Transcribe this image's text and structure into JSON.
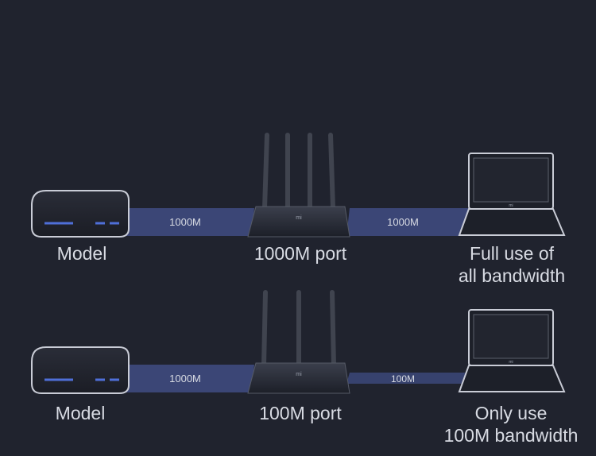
{
  "colors": {
    "background": "#20232e",
    "cable_fast": "#3e4a7e",
    "cable_slow": "#3a4675",
    "device_stroke": "#c9ccd6",
    "port_light": "#4f6fd8"
  },
  "icons": [
    "modem-icon",
    "router-icon",
    "laptop-icon"
  ],
  "row_full": {
    "modem_label": "Model",
    "cable_left_speed": "1000M",
    "cable_right_speed": "1000M",
    "router_label": "1000M port",
    "router_logo": "mi",
    "laptop_logo": "mi",
    "result_line1": "Full use of",
    "result_line2": "all bandwidth"
  },
  "row_limited": {
    "modem_label": "Model",
    "cable_left_speed": "1000M",
    "cable_right_speed": "100M",
    "router_label": "100M port",
    "router_logo": "mi",
    "laptop_logo": "mi",
    "result_line1": "Only use",
    "result_line2": "100M bandwidth"
  }
}
